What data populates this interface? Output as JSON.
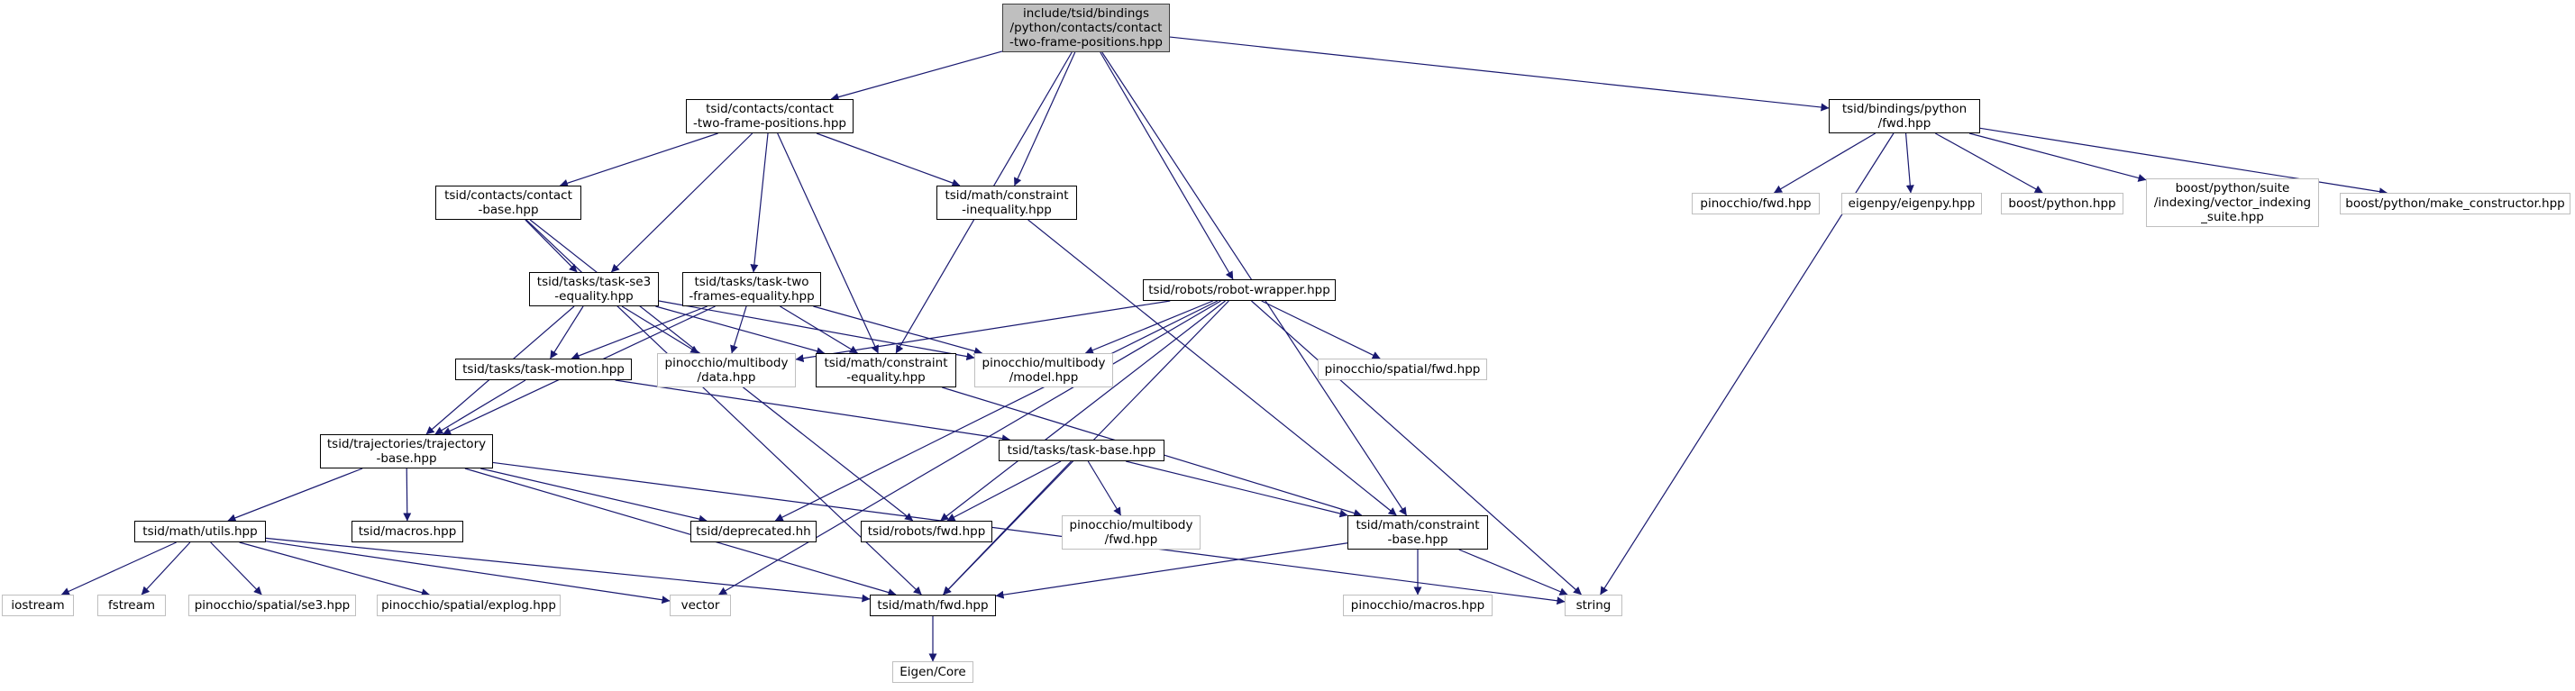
{
  "graph": {
    "nodes": [
      {
        "id": "root",
        "kind": "root",
        "lines": [
          "include/tsid/bindings",
          "/python/contacts/contact",
          "-two-frame-positions.hpp"
        ]
      },
      {
        "id": "ctfp",
        "kind": "project",
        "lines": [
          "tsid/contacts/contact",
          "-two-frame-positions.hpp"
        ]
      },
      {
        "id": "bfwd",
        "kind": "project",
        "lines": [
          "tsid/bindings/python",
          "/fwd.hpp"
        ]
      },
      {
        "id": "cbase",
        "kind": "project",
        "lines": [
          "tsid/contacts/contact",
          "-base.hpp"
        ]
      },
      {
        "id": "cineq",
        "kind": "project",
        "lines": [
          "tsid/math/constraint",
          "-inequality.hpp"
        ]
      },
      {
        "id": "tse3",
        "kind": "project",
        "lines": [
          "tsid/tasks/task-se3",
          "-equality.hpp"
        ]
      },
      {
        "id": "ttfe",
        "kind": "project",
        "lines": [
          "tsid/tasks/task-two",
          "-frames-equality.hpp"
        ]
      },
      {
        "id": "robot",
        "kind": "project",
        "lines": [
          "tsid/robots/robot-wrapper.hpp"
        ]
      },
      {
        "id": "tmotion",
        "kind": "project",
        "lines": [
          "tsid/tasks/task-motion.hpp"
        ]
      },
      {
        "id": "pmbdata",
        "kind": "external",
        "lines": [
          "pinocchio/multibody",
          "/data.hpp"
        ]
      },
      {
        "id": "ceq",
        "kind": "project",
        "lines": [
          "tsid/math/constraint",
          "-equality.hpp"
        ]
      },
      {
        "id": "pmbmodel",
        "kind": "external",
        "lines": [
          "pinocchio/multibody",
          "/model.hpp"
        ]
      },
      {
        "id": "psfwd",
        "kind": "external",
        "lines": [
          "pinocchio/spatial/fwd.hpp"
        ]
      },
      {
        "id": "traj",
        "kind": "project",
        "lines": [
          "tsid/trajectories/trajectory",
          "-base.hpp"
        ]
      },
      {
        "id": "tbase",
        "kind": "project",
        "lines": [
          "tsid/tasks/task-base.hpp"
        ]
      },
      {
        "id": "utils",
        "kind": "project",
        "lines": [
          "tsid/math/utils.hpp"
        ]
      },
      {
        "id": "macros",
        "kind": "project",
        "lines": [
          "tsid/macros.hpp"
        ]
      },
      {
        "id": "depr",
        "kind": "project",
        "lines": [
          "tsid/deprecated.hh"
        ]
      },
      {
        "id": "rfwd",
        "kind": "project",
        "lines": [
          "tsid/robots/fwd.hpp"
        ]
      },
      {
        "id": "pmbfwd",
        "kind": "external",
        "lines": [
          "pinocchio/multibody",
          "/fwd.hpp"
        ]
      },
      {
        "id": "cbmath",
        "kind": "project",
        "lines": [
          "tsid/math/constraint",
          "-base.hpp"
        ]
      },
      {
        "id": "pfwd",
        "kind": "external",
        "lines": [
          "pinocchio/fwd.hpp"
        ]
      },
      {
        "id": "eigenpy",
        "kind": "external",
        "lines": [
          "eigenpy/eigenpy.hpp"
        ]
      },
      {
        "id": "bpython",
        "kind": "external",
        "lines": [
          "boost/python.hpp"
        ]
      },
      {
        "id": "bvis",
        "kind": "external",
        "lines": [
          "boost/python/suite",
          "/indexing/vector_indexing",
          "_suite.hpp"
        ]
      },
      {
        "id": "bmc",
        "kind": "external",
        "lines": [
          "boost/python/make_constructor.hpp"
        ]
      },
      {
        "id": "iostream",
        "kind": "external",
        "lines": [
          "iostream"
        ]
      },
      {
        "id": "fstream",
        "kind": "external",
        "lines": [
          "fstream"
        ]
      },
      {
        "id": "pse3",
        "kind": "external",
        "lines": [
          "pinocchio/spatial/se3.hpp"
        ]
      },
      {
        "id": "pexplog",
        "kind": "external",
        "lines": [
          "pinocchio/spatial/explog.hpp"
        ]
      },
      {
        "id": "vector",
        "kind": "external",
        "lines": [
          "vector"
        ]
      },
      {
        "id": "mfwd",
        "kind": "project",
        "lines": [
          "tsid/math/fwd.hpp"
        ]
      },
      {
        "id": "string",
        "kind": "external",
        "lines": [
          "string"
        ]
      },
      {
        "id": "pmacros",
        "kind": "external",
        "lines": [
          "pinocchio/macros.hpp"
        ]
      },
      {
        "id": "eigencore",
        "kind": "external",
        "lines": [
          "Eigen/Core"
        ]
      }
    ],
    "edges": [
      [
        "root",
        "ctfp"
      ],
      [
        "root",
        "cineq"
      ],
      [
        "root",
        "robot"
      ],
      [
        "root",
        "ceq"
      ],
      [
        "root",
        "cbmath"
      ],
      [
        "root",
        "bfwd"
      ],
      [
        "ctfp",
        "cbase"
      ],
      [
        "ctfp",
        "tse3"
      ],
      [
        "ctfp",
        "ttfe"
      ],
      [
        "ctfp",
        "cineq"
      ],
      [
        "ctfp",
        "ceq"
      ],
      [
        "cbase",
        "tse3"
      ],
      [
        "cbase",
        "rfwd"
      ],
      [
        "cbase",
        "mfwd"
      ],
      [
        "cineq",
        "cbmath"
      ],
      [
        "tse3",
        "traj"
      ],
      [
        "tse3",
        "tmotion"
      ],
      [
        "tse3",
        "pmbdata"
      ],
      [
        "tse3",
        "ceq"
      ],
      [
        "tse3",
        "pmbmodel"
      ],
      [
        "ttfe",
        "traj"
      ],
      [
        "ttfe",
        "tmotion"
      ],
      [
        "ttfe",
        "pmbdata"
      ],
      [
        "ttfe",
        "ceq"
      ],
      [
        "ttfe",
        "pmbmodel"
      ],
      [
        "robot",
        "pmbdata"
      ],
      [
        "robot",
        "pmbmodel"
      ],
      [
        "robot",
        "psfwd"
      ],
      [
        "robot",
        "depr"
      ],
      [
        "robot",
        "rfwd"
      ],
      [
        "robot",
        "mfwd"
      ],
      [
        "robot",
        "vector"
      ],
      [
        "robot",
        "string"
      ],
      [
        "tmotion",
        "traj"
      ],
      [
        "tmotion",
        "tbase"
      ],
      [
        "ceq",
        "cbmath"
      ],
      [
        "traj",
        "utils"
      ],
      [
        "traj",
        "macros"
      ],
      [
        "traj",
        "depr"
      ],
      [
        "traj",
        "mfwd"
      ],
      [
        "traj",
        "string"
      ],
      [
        "tbase",
        "rfwd"
      ],
      [
        "tbase",
        "pmbfwd"
      ],
      [
        "tbase",
        "cbmath"
      ],
      [
        "tbase",
        "mfwd"
      ],
      [
        "cbmath",
        "mfwd"
      ],
      [
        "cbmath",
        "pmacros"
      ],
      [
        "cbmath",
        "string"
      ],
      [
        "utils",
        "iostream"
      ],
      [
        "utils",
        "fstream"
      ],
      [
        "utils",
        "pse3"
      ],
      [
        "utils",
        "pexplog"
      ],
      [
        "utils",
        "vector"
      ],
      [
        "utils",
        "mfwd"
      ],
      [
        "mfwd",
        "eigencore"
      ],
      [
        "bfwd",
        "string"
      ],
      [
        "bfwd",
        "pfwd"
      ],
      [
        "bfwd",
        "eigenpy"
      ],
      [
        "bfwd",
        "bpython"
      ],
      [
        "bfwd",
        "bvis"
      ],
      [
        "bfwd",
        "bmc"
      ]
    ],
    "colors": {
      "edge": "#191970",
      "project_border": "#000000",
      "external_border": "#bfbfbf",
      "root_fill": "#bfbfbf"
    }
  }
}
